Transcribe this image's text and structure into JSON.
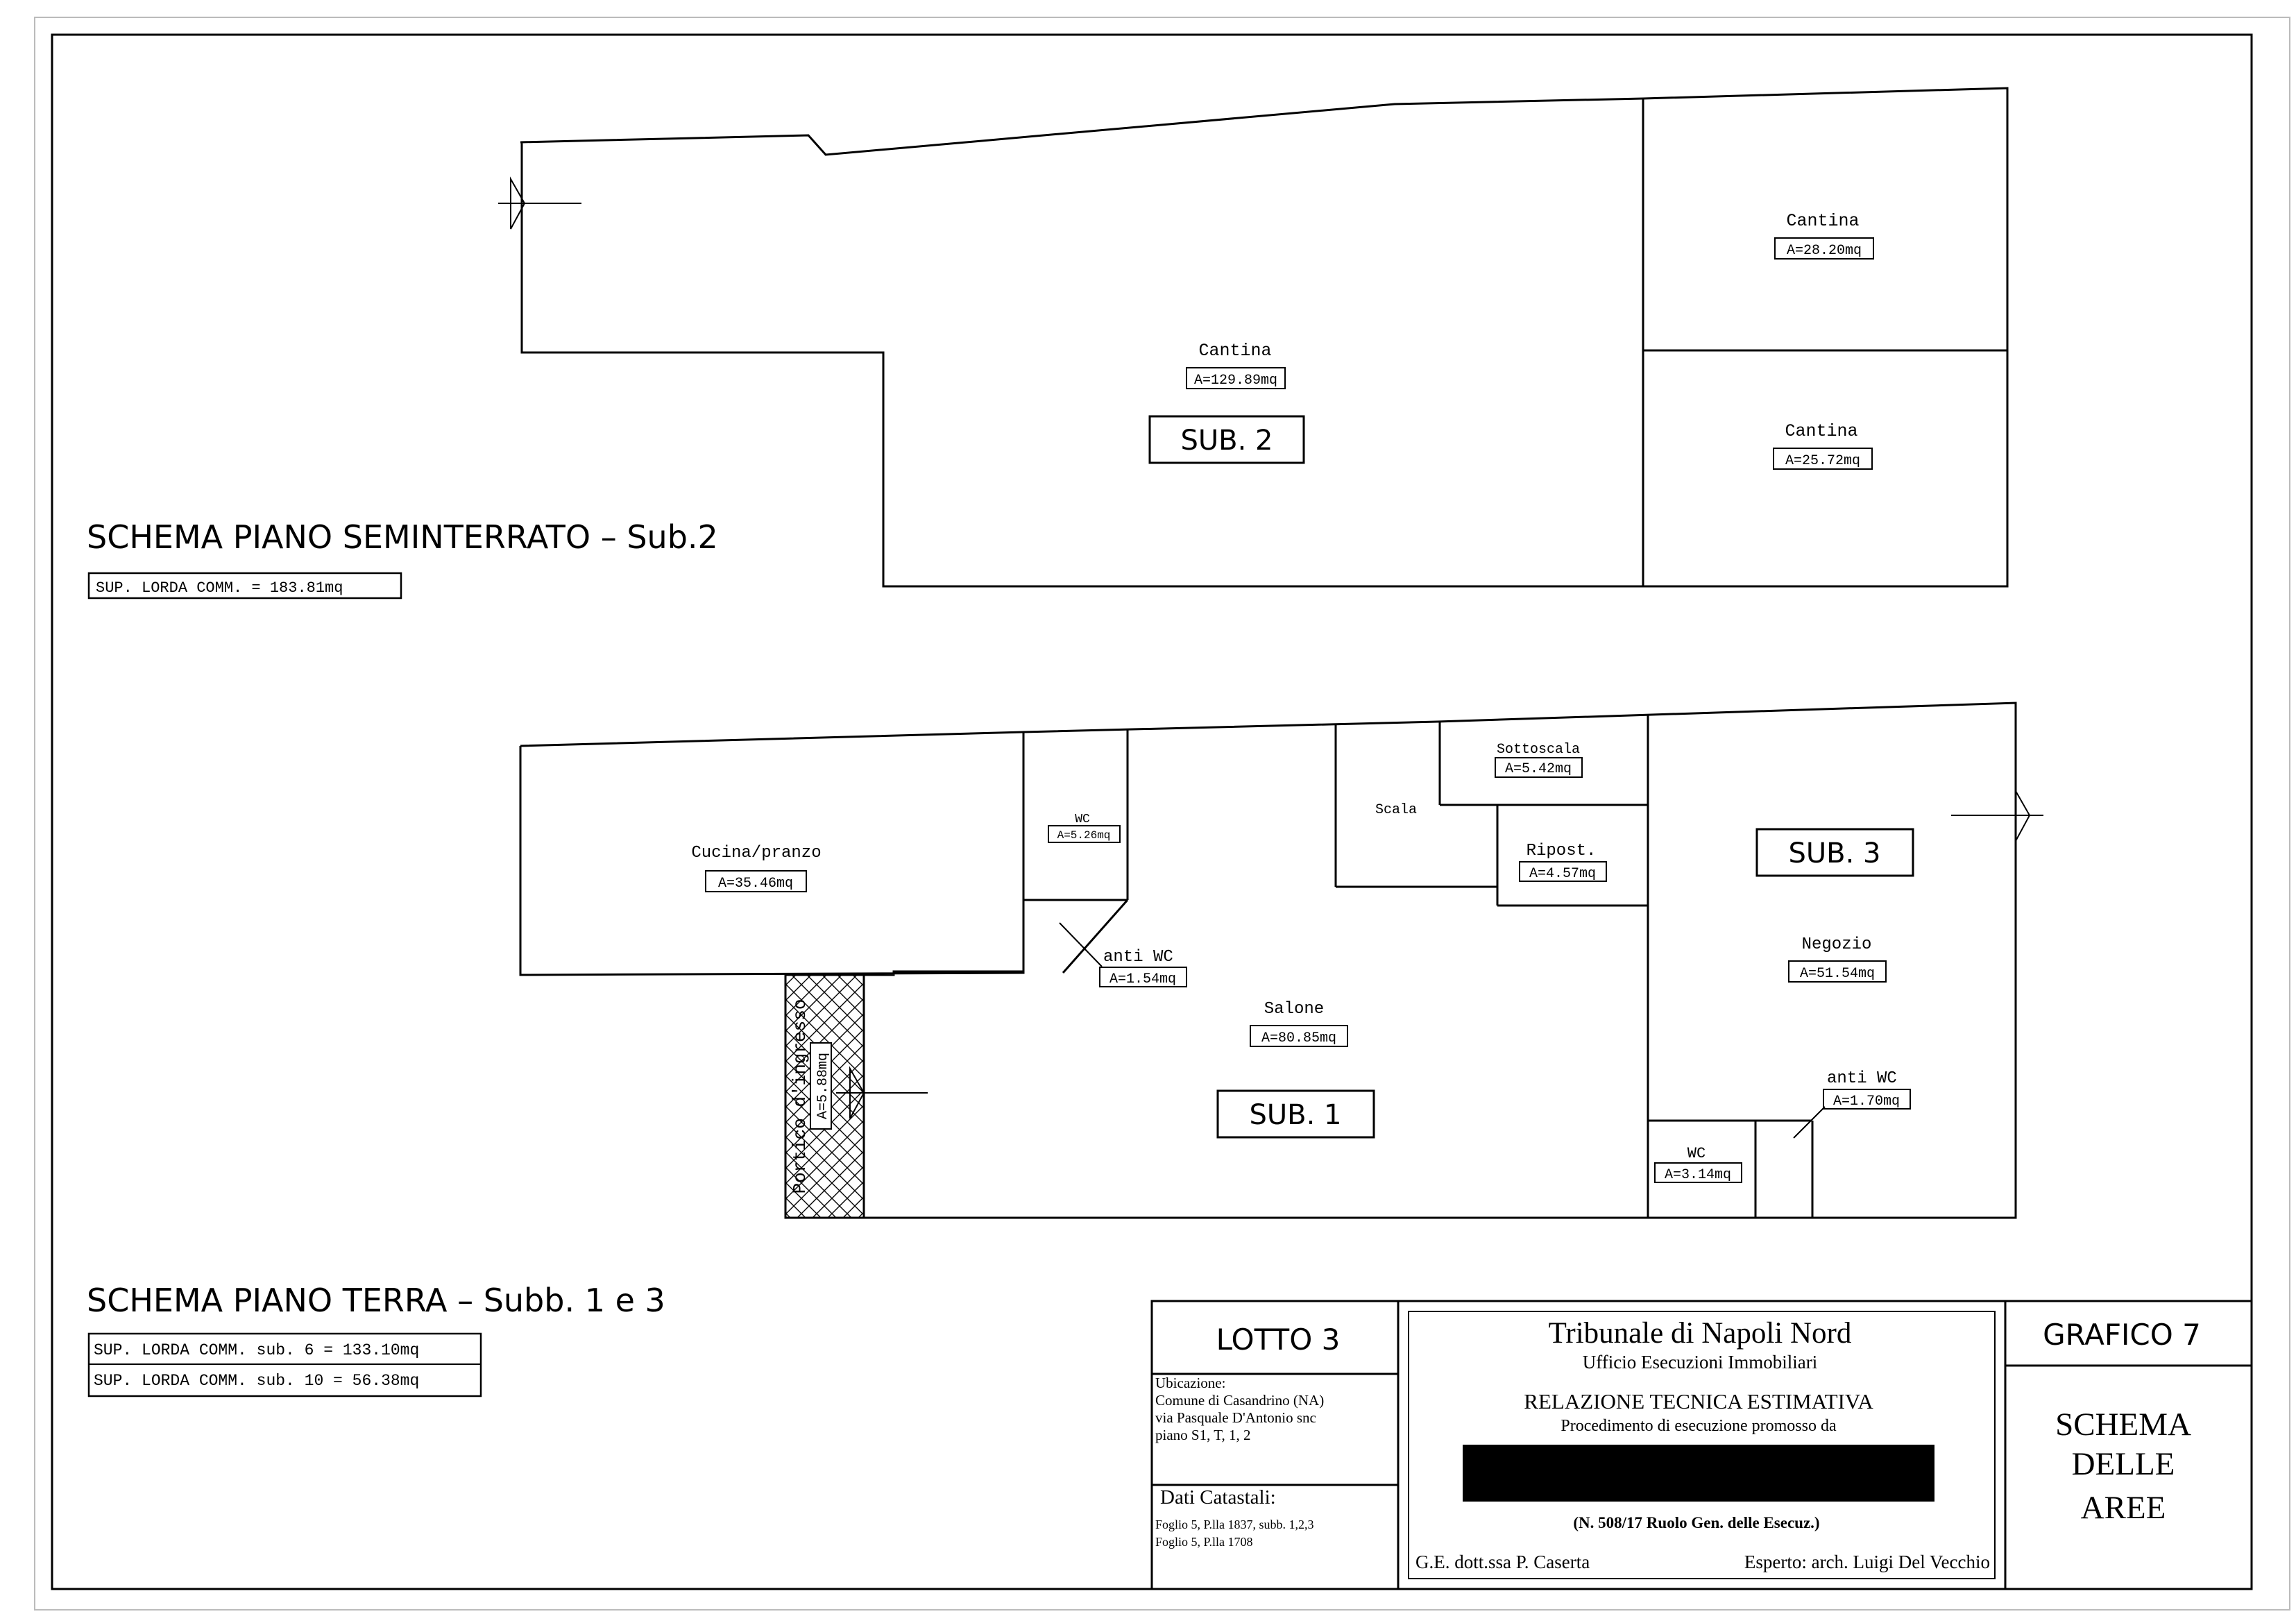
{
  "semi": {
    "title": "SCHEMA  PIANO  SEMINTERRATO  –  Sub.2",
    "sup": "SUP. LORDA COMM. = 183.81mq",
    "sub_label": "SUB.  2",
    "rooms": [
      {
        "name": "Cantina",
        "area": "A=129.89mq"
      },
      {
        "name": "Cantina",
        "area": "A=28.20mq"
      },
      {
        "name": "Cantina",
        "area": "A=25.72mq"
      }
    ]
  },
  "terra": {
    "title": "SCHEMA  PIANO  TERRA  –  Subb. 1  e  3",
    "sup": [
      "SUP. LORDA COMM. sub. 6 = 133.10mq",
      "SUP. LORDA COMM. sub. 10 = 56.38mq"
    ],
    "sub1_label": "SUB.  1",
    "sub3_label": "SUB.  3",
    "rooms": {
      "cucina": {
        "name": "Cucina/pranzo",
        "area": "A=35.46mq"
      },
      "wc1": {
        "name": "WC",
        "area": "A=5.26mq"
      },
      "antiwc1": {
        "name": "anti  WC",
        "area": "A=1.54mq"
      },
      "scala": {
        "name": "Scala"
      },
      "sottoscala": {
        "name": "Sottoscala",
        "area": "A=5.42mq"
      },
      "ripost": {
        "name": "Ripost.",
        "area": "A=4.57mq"
      },
      "salone": {
        "name": "Salone",
        "area": "A=80.85mq"
      },
      "negozio": {
        "name": "Negozio",
        "area": "A=51.54mq"
      },
      "antiwc2": {
        "name": "anti  WC",
        "area": "A=1.70mq"
      },
      "wc2": {
        "name": "WC",
        "area": "A=3.14mq"
      },
      "portico": {
        "name": "Portico  d'ingresso",
        "area": "A=5.88mq"
      }
    }
  },
  "titleblock": {
    "lotto": "LOTTO  3",
    "ubicazione": [
      "Ubicazione:",
      "Comune di Casandrino (NA)",
      "via Pasquale D'Antonio snc",
      "piano S1, T, 1, 2"
    ],
    "dati_title": "Dati Catastali:",
    "dati_lines": [
      "Foglio 5, P.lla 1837, subb. 1,2,3",
      "Foglio 5, P.lla 1708"
    ],
    "tribunale": "Tribunale di Napoli Nord",
    "ufficio": "Ufficio Esecuzioni Immobiliari",
    "relazione": "RELAZIONE TECNICA ESTIMATIVA",
    "procedimento": "Procedimento di esecuzione promosso da",
    "ruolo": "(N. 508/17 Ruolo Gen. delle Esecuz.)",
    "ge": "G.E. dott.ssa P. Caserta",
    "esperto": "Esperto: arch. Luigi Del Vecchio",
    "grafico": "GRAFICO  7",
    "schema_lines": [
      "SCHEMA",
      "DELLE",
      "AREE"
    ]
  }
}
